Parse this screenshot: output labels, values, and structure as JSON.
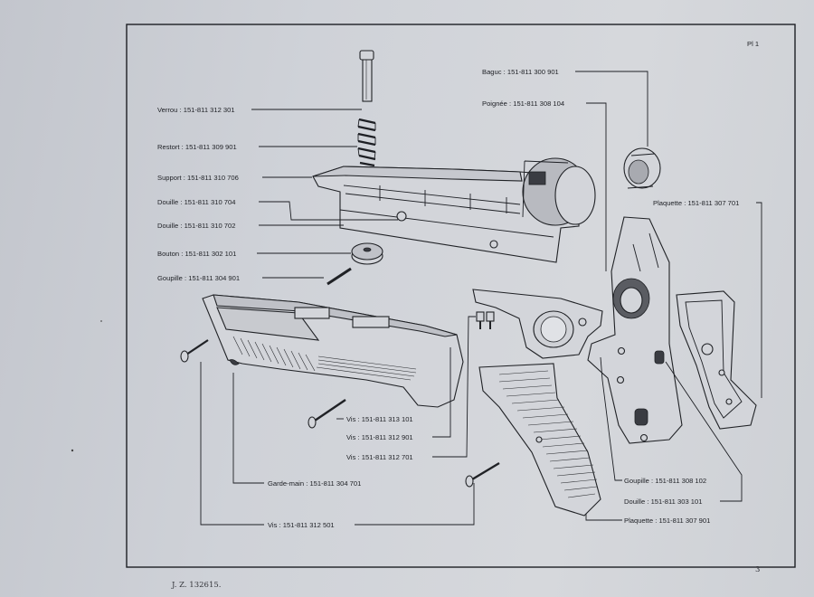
{
  "page_ref": "Pl 1",
  "page_number": "3",
  "print_code": "J. Z. 132615.",
  "labels": [
    {
      "name": "Verrou",
      "code": "151-811 312 301"
    },
    {
      "name": "Restort",
      "code": "151-811 309 901"
    },
    {
      "name": "Support",
      "code": "151-811 310 706"
    },
    {
      "name": "Douille",
      "code": "151-811 310 704"
    },
    {
      "name": "Douille",
      "code": "151-811 310 702"
    },
    {
      "name": "Bouton",
      "code": "151-811 302 101"
    },
    {
      "name": "Goupille",
      "code": "151-811 304 901"
    },
    {
      "name": "Baguc",
      "code": "151-811 300 901"
    },
    {
      "name": "Poignée",
      "code": "151-811 308 104"
    },
    {
      "name": "Plaquette",
      "code": "151-811 307 701"
    },
    {
      "name": "Vis",
      "code": "151-811 313 101"
    },
    {
      "name": "Vis",
      "code": "151-811 312 901"
    },
    {
      "name": "Vis",
      "code": "151-811 312 701"
    },
    {
      "name": "Garde-main",
      "code": "151-811 304 701"
    },
    {
      "name": "Vis",
      "code": "151-811 312 501"
    },
    {
      "name": "Goupille",
      "code": "151-811 308 102"
    },
    {
      "name": "Douille",
      "code": "151-811 303 101"
    },
    {
      "name": "Plaquette",
      "code": "151-811 307 901"
    }
  ]
}
